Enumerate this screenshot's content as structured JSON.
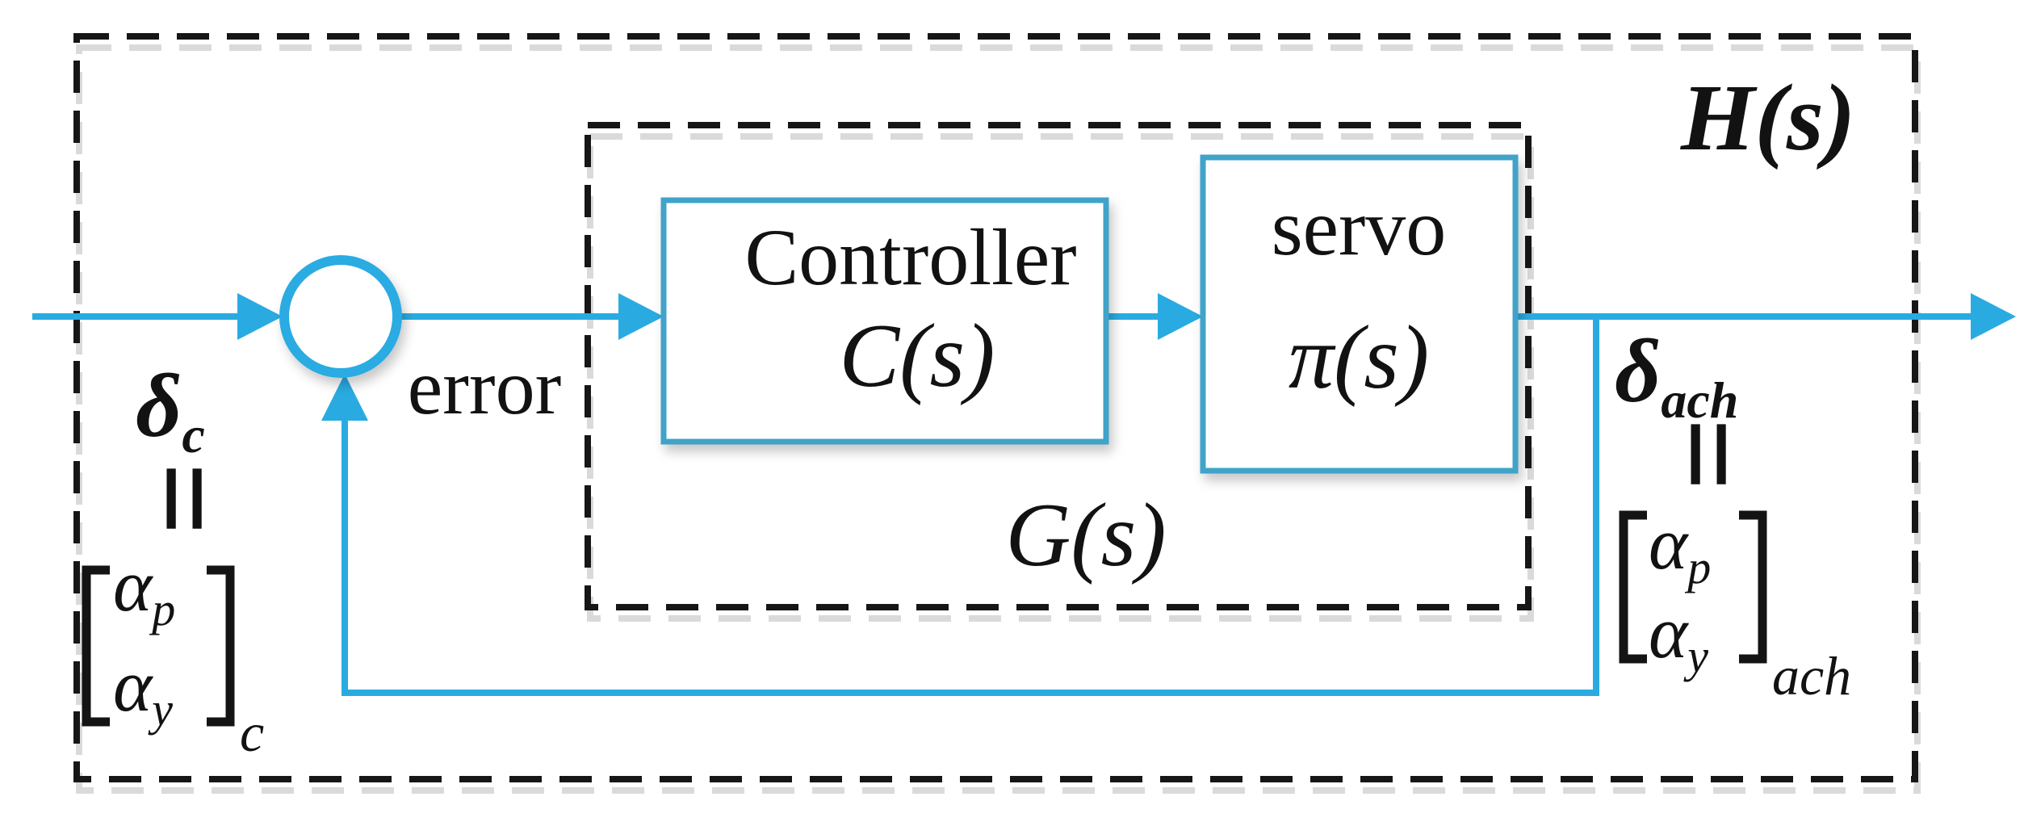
{
  "diagram": {
    "outer_label": "H(s)",
    "inner_label": "G(s)",
    "error_label": "error",
    "equiv_symbol": "=",
    "blocks": [
      {
        "id": "controller",
        "line1": "Controller",
        "line2": "C(s)"
      },
      {
        "id": "servo",
        "line1": "servo",
        "line2": "π(s)"
      }
    ],
    "input": {
      "symbol": "δ",
      "sub": "c",
      "matrix": {
        "row1_symbol": "α",
        "row1_sub": "p",
        "row2_symbol": "α",
        "row2_sub": "y",
        "outer_sub": "c"
      }
    },
    "output": {
      "symbol": "δ",
      "sub": "ach",
      "matrix": {
        "row1_symbol": "α",
        "row1_sub": "p",
        "row2_symbol": "α",
        "row2_sub": "y",
        "outer_sub": "ach"
      }
    },
    "colors": {
      "signal_cyan": "#29abe2",
      "box_stroke_cyan": "#3fa3c9",
      "dash_black": "#161616"
    }
  }
}
